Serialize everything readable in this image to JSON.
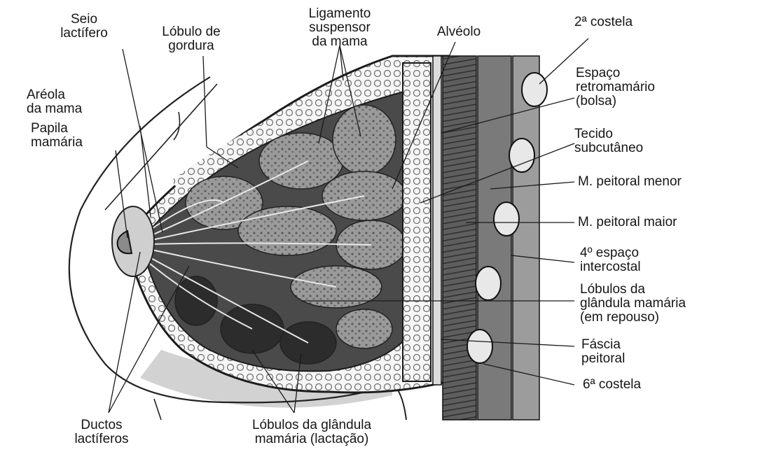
{
  "labels": {
    "seio_lactifero": [
      "Seio",
      "lactífero"
    ],
    "lobulo_gordura": [
      "Lóbulo de",
      "gordura"
    ],
    "ligamento": [
      "Ligamento",
      "suspensor",
      "da mama"
    ],
    "alveolo": [
      "Alvéolo"
    ],
    "costela2": [
      "2ª costela"
    ],
    "espaco_retro": [
      "Espaço",
      "retromamário",
      "(bolsa)"
    ],
    "areola": [
      "Aréola",
      "da mama"
    ],
    "papila": [
      "Papila",
      "mamária"
    ],
    "tecido": [
      "Tecido",
      "subcutâneo"
    ],
    "peitoral_menor": [
      "M. peitoral menor"
    ],
    "peitoral_maior": [
      "M. peitoral maior"
    ],
    "espaco4": [
      "4º espaço",
      "intercostal"
    ],
    "lobulos_repouso": [
      "Lóbulos da",
      "glândula mamária",
      "(em repouso)"
    ],
    "fascia": [
      "Fáscia",
      "peitoral"
    ],
    "costela6": [
      "6ª costela"
    ],
    "ductos": [
      "Ductos",
      "lactíferos"
    ],
    "lobulos_lactacao": [
      "Lóbulos da glândula",
      "mamária (lactação)"
    ]
  },
  "colors": {
    "ink": "#161616",
    "tissue_dark": "#3a3a3a",
    "tissue_mid": "#6e6e6e",
    "tissue_light": "#b4b4b4",
    "fat": "#f4f4f4",
    "muscle": "#555555"
  }
}
